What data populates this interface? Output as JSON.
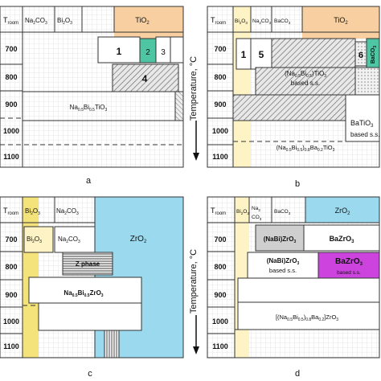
{
  "panels": [
    {
      "id": "a",
      "label": "a",
      "row_labels": [
        "T",
        "700",
        "800",
        "900",
        "1000",
        "1100"
      ],
      "row_label_sub": "room",
      "columns": [
        {
          "base": "Na",
          "sub": "2",
          "base2": "CO",
          "sub2": "3"
        },
        {
          "base": "Bi",
          "sub": "2",
          "base2": "O",
          "sub2": "3"
        },
        {
          "base": "TiO",
          "sub": "2",
          "base2": "",
          "sub2": ""
        }
      ],
      "phases": [
        {
          "text": "1"
        },
        {
          "text": "2"
        },
        {
          "text": "3"
        },
        {
          "text": "4"
        },
        {
          "text": "Na0.5Bi0.5TiO3",
          "parts": [
            [
              "Na",
              ""
            ],
            [
              "0.5",
              "sub"
            ],
            [
              "Bi",
              ""
            ],
            [
              "0.5",
              "sub"
            ],
            [
              "TiO",
              ""
            ],
            [
              "3",
              "sub"
            ]
          ]
        }
      ]
    },
    {
      "id": "b",
      "label": "b",
      "row_labels": [
        "T",
        "700",
        "800",
        "900",
        "1000",
        "1100"
      ],
      "row_label_sub": "room",
      "axis_label": "Temperature, °C",
      "columns": [
        {
          "base": "Bi",
          "sub": "2",
          "base2": "O",
          "sub2": "3"
        },
        {
          "base": "Na",
          "sub": "2",
          "base2": "CO",
          "sub2": "3"
        },
        {
          "base": "BaCO",
          "sub": "3",
          "base2": "",
          "sub2": ""
        },
        {
          "base": "TiO",
          "sub": "2",
          "base2": "",
          "sub2": ""
        }
      ],
      "phases": [
        {
          "text": "1"
        },
        {
          "text": "5"
        },
        {
          "text": "6"
        },
        {
          "text": "BaCO3"
        },
        {
          "text": "(Na0.5Bi0.5)TiO3 based s.s.",
          "parts": [
            [
              "(Na",
              ""
            ],
            [
              "0.5",
              "sub"
            ],
            [
              "Bi",
              ""
            ],
            [
              "0.5",
              "sub"
            ],
            [
              ")TiO",
              ""
            ],
            [
              "3",
              "sub"
            ]
          ],
          "line2": "based s.s."
        },
        {
          "text": "BaTiO3 based s.s.",
          "parts": [
            [
              "BaTiO",
              ""
            ],
            [
              "3",
              "sub"
            ]
          ],
          "line2": "based s.s."
        },
        {
          "text": "(Na0.5Bi0.5)0.8Ba0.2TiO3",
          "parts": [
            [
              "(Na",
              ""
            ],
            [
              "0.5",
              "sub"
            ],
            [
              "Bi",
              ""
            ],
            [
              "0.5",
              "sub"
            ],
            [
              ")",
              ""
            ],
            [
              "0.8",
              "sub"
            ],
            [
              "Ba",
              ""
            ],
            [
              "0.2",
              "sub"
            ],
            [
              "TiO",
              ""
            ],
            [
              "3",
              "sub"
            ]
          ]
        }
      ]
    },
    {
      "id": "c",
      "label": "c",
      "row_labels": [
        "T",
        "700",
        "800",
        "900",
        "1000",
        "1100"
      ],
      "row_label_sub": "room",
      "columns": [
        {
          "base": "Bi",
          "sub": "2",
          "base2": "O",
          "sub2": "3"
        },
        {
          "base": "Na",
          "sub": "2",
          "base2": "CO",
          "sub2": "3"
        },
        {
          "base": "ZrO",
          "sub": "2",
          "base2": "",
          "sub2": ""
        }
      ],
      "phases": [
        {
          "text": "Bi2O3",
          "parts": [
            [
              "Bi",
              ""
            ],
            [
              "2",
              "sub"
            ],
            [
              "O",
              ""
            ],
            [
              "3",
              "sub"
            ]
          ]
        },
        {
          "text": "Na2CO3",
          "parts": [
            [
              "Na",
              ""
            ],
            [
              "2",
              "sub"
            ],
            [
              "CO",
              ""
            ],
            [
              "3",
              "sub"
            ]
          ]
        },
        {
          "text": "ZrO2",
          "parts": [
            [
              "ZrO",
              ""
            ],
            [
              "2",
              "sub"
            ]
          ]
        },
        {
          "text": "Z phase"
        },
        {
          "text": "Na0.5Bi0.5ZrO3",
          "parts": [
            [
              "Na",
              ""
            ],
            [
              "0.5",
              "sub"
            ],
            [
              "Bi",
              ""
            ],
            [
              "0.5",
              "sub"
            ],
            [
              "ZrO",
              ""
            ],
            [
              "3",
              "sub"
            ]
          ]
        }
      ]
    },
    {
      "id": "d",
      "label": "d",
      "row_labels": [
        "T",
        "700",
        "800",
        "900",
        "1000",
        "1100"
      ],
      "row_label_sub": "room",
      "axis_label": "Temperature, °C",
      "columns": [
        {
          "base": "Bi",
          "sub": "2",
          "base2": "O",
          "sub2": "3"
        },
        {
          "base": "Na",
          "sub": "2",
          "base2": "CO",
          "sub2": "3"
        },
        {
          "base": "BaCO",
          "sub": "3",
          "base2": "",
          "sub2": ""
        },
        {
          "base": "ZrO",
          "sub": "2",
          "base2": "",
          "sub2": ""
        }
      ],
      "phases": [
        {
          "text": "(NaBi)ZrO3",
          "parts": [
            [
              "(NaBi)ZrO",
              ""
            ],
            [
              "3",
              "sub"
            ]
          ]
        },
        {
          "text": "BaZrO3",
          "parts": [
            [
              "BaZrO",
              ""
            ],
            [
              "3",
              "sub"
            ]
          ]
        },
        {
          "text": "(NaBi)ZrO3 based s.s.",
          "parts": [
            [
              "(NaBi)ZrO",
              ""
            ],
            [
              "3",
              "sub"
            ]
          ],
          "line2": "based s.s."
        },
        {
          "text": "BaZrO3 based s.s.",
          "parts": [
            [
              "BaZrO",
              ""
            ],
            [
              "3",
              "sub"
            ]
          ],
          "line2": "based s.s."
        },
        {
          "text": "[(Na0.5Bi0.5)0.8Ba0.2]ZrO3",
          "parts": [
            [
              "[(Na",
              ""
            ],
            [
              "0.5",
              "sub"
            ],
            [
              "Bi",
              ""
            ],
            [
              "0.5",
              "sub"
            ],
            [
              ")",
              ""
            ],
            [
              "0.8",
              "sub"
            ],
            [
              "Ba",
              ""
            ],
            [
              "0.2",
              "sub"
            ],
            [
              "]ZrO",
              ""
            ],
            [
              "3",
              "sub"
            ]
          ]
        }
      ]
    }
  ],
  "colors": {
    "tio2": "#f7cfa0",
    "bi2o3": "#fdf3c4",
    "bi2o3_strong": "#f4e27a",
    "zro2": "#9ad9ee",
    "bazro3": "#cc44dd",
    "phase2": "#4fc6a3",
    "phase_gray": "#cfcfcf",
    "grid": "#d8d8d8",
    "border": "#333333",
    "hatch": "#555555"
  }
}
